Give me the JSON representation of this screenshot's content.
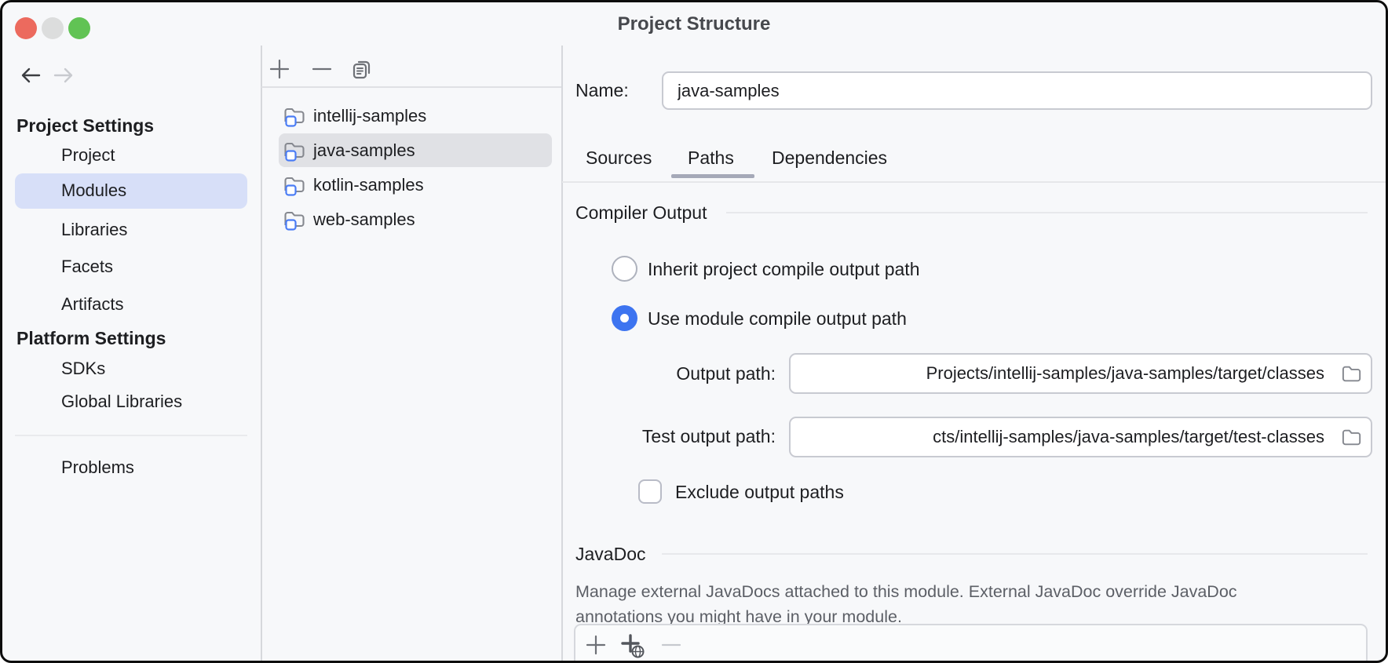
{
  "window": {
    "title": "Project Structure"
  },
  "traffic_lights": {
    "close": "#ec6a5e",
    "minimize": "#dcdddd",
    "maximize": "#61c354"
  },
  "sidebar": {
    "back_icon": "back-arrow",
    "forward_icon": "forward-arrow",
    "sections": [
      {
        "header": "Project Settings",
        "items": [
          "Project",
          "Modules",
          "Libraries",
          "Facets",
          "Artifacts"
        ]
      },
      {
        "header": "Platform Settings",
        "items": [
          "SDKs",
          "Global Libraries"
        ]
      }
    ],
    "extra_item": "Problems",
    "selected_item": "Modules"
  },
  "module_list": {
    "toolbar": {
      "add": "plus-icon",
      "remove": "minus-icon",
      "copy": "copy-icon"
    },
    "items": [
      "intellij-samples",
      "java-samples",
      "kotlin-samples",
      "web-samples"
    ],
    "selected_item": "java-samples"
  },
  "editor": {
    "name_label": "Name:",
    "name_value": "java-samples",
    "tabs": [
      "Sources",
      "Paths",
      "Dependencies"
    ],
    "selected_tab": "Paths",
    "compiler_output": {
      "header": "Compiler Output",
      "radio_inherit_label": "Inherit project compile output path",
      "radio_use_module_label": "Use module compile output path",
      "selected_radio": "Use module compile output path",
      "output_path_label": "Output path:",
      "output_path_value": "Projects/intellij-samples/java-samples/target/classes",
      "test_output_path_label": "Test output path:",
      "test_output_path_value": "cts/intellij-samples/java-samples/target/test-classes",
      "exclude_checkbox_label": "Exclude output paths",
      "exclude_checkbox_checked": false
    },
    "javadoc": {
      "header": "JavaDoc",
      "description_line1": "Manage external JavaDocs attached to this module. External JavaDoc override JavaDoc",
      "description_line2": "annotations you might have in your module.",
      "toolbar": {
        "add": "plus-icon",
        "add_url": "plus-globe-icon",
        "remove": "minus-icon"
      }
    }
  },
  "colors": {
    "background": "#f7f8fa",
    "sidebar_selection": "#d7dff8",
    "list_selection": "#e0e1e5",
    "accent_blue": "#3d74f0",
    "tab_underline": "#a5a9b8",
    "divider": "#d6d8dc",
    "section_line": "#e7e8eb",
    "field_border": "#c8cad1",
    "description_text": "#5c5f66"
  }
}
